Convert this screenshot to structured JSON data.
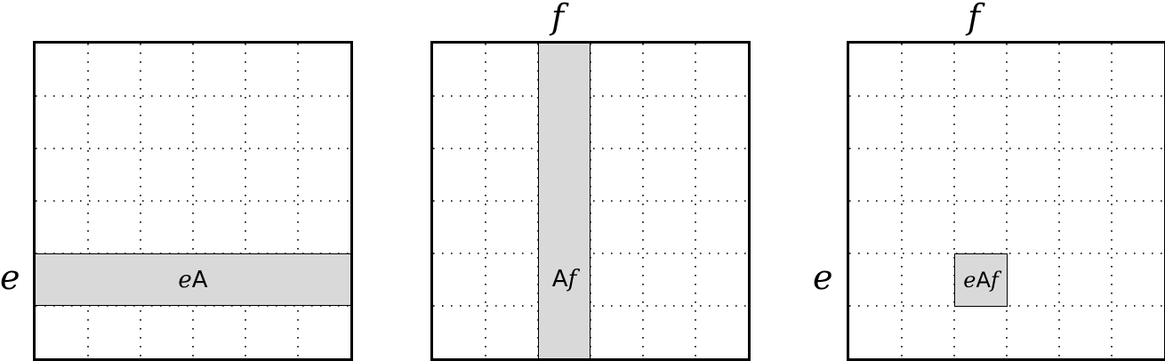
{
  "diagram": {
    "grid": {
      "rows": 6,
      "cols": 6,
      "line_style": "dotted",
      "highlight_color": "#d9d9d9"
    },
    "panels": [
      {
        "id": "row-panel",
        "row_label": "e",
        "col_label": "",
        "highlight": {
          "type": "row",
          "row": 5,
          "col": null
        },
        "highlight_label": {
          "italic": "e",
          "sans": "A",
          "italic2": ""
        }
      },
      {
        "id": "column-panel",
        "row_label": "",
        "col_label": "f",
        "highlight": {
          "type": "column",
          "row": null,
          "col": 3
        },
        "highlight_label": {
          "italic": "",
          "sans": "A",
          "italic2": "f"
        }
      },
      {
        "id": "cell-panel",
        "row_label": "e",
        "col_label": "f",
        "highlight": {
          "type": "cell",
          "row": 5,
          "col": 3
        },
        "highlight_label": {
          "italic": "e",
          "sans": "A",
          "italic2": "f"
        }
      }
    ]
  }
}
